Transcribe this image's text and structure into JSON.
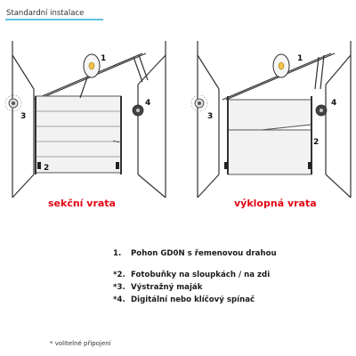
{
  "header": {
    "title": "Standardní instalace"
  },
  "diagrams": [
    {
      "caption": "sekční vrata",
      "labels": {
        "opener": "1",
        "photocell": "2",
        "beacon": "3",
        "switch": "4"
      }
    },
    {
      "caption": "výklopná vrata",
      "labels": {
        "opener": "1",
        "photocell": "2",
        "beacon": "3",
        "switch": "4"
      }
    }
  ],
  "legend": {
    "items": [
      {
        "num": "1.",
        "text": "Pohon GD0N s řemenovou drahou"
      },
      {
        "num": "*2.",
        "text": "Fotobuňky na sloupkách / na zdi"
      },
      {
        "num": "*3.",
        "text": "Výstražný maják"
      },
      {
        "num": "*4.",
        "text": "Digitální nebo klíčový spínač"
      }
    ]
  },
  "footnote": "* volitelné připojení",
  "colors": {
    "caption": "#e30613",
    "header_rule": "#5fc3e4"
  }
}
